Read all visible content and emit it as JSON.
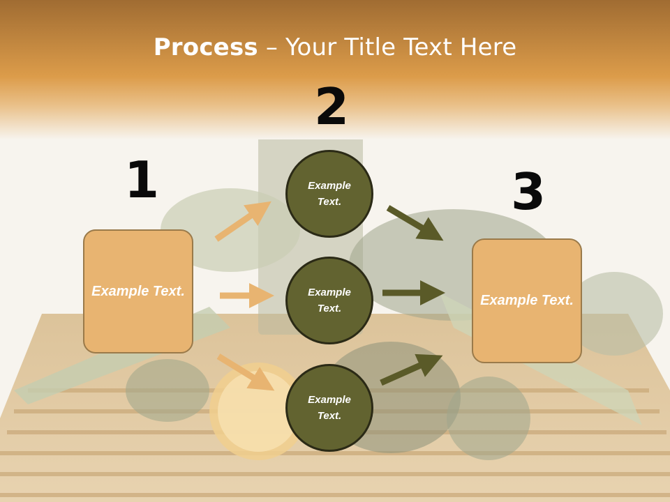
{
  "slide": {
    "title_bold": "Process",
    "title_rest": " – Your Title Text Here"
  },
  "steps": {
    "one": {
      "number": "1",
      "text": "Example Text."
    },
    "two": {
      "number": "2",
      "text": "Example Text."
    },
    "three": {
      "number": "3",
      "text": "Example Text."
    }
  },
  "circles": [
    {
      "text": "Example Text."
    },
    {
      "text": "Example Text."
    },
    {
      "text": "Example Text."
    }
  ],
  "colors": {
    "header_top": "#9a6a30",
    "header_bottom": "#dd9d4d",
    "box_fill": "#e8b471",
    "circle_fill": "#626330",
    "arrow_orange": "#e8b471",
    "arrow_olive": "#5a5a28"
  }
}
